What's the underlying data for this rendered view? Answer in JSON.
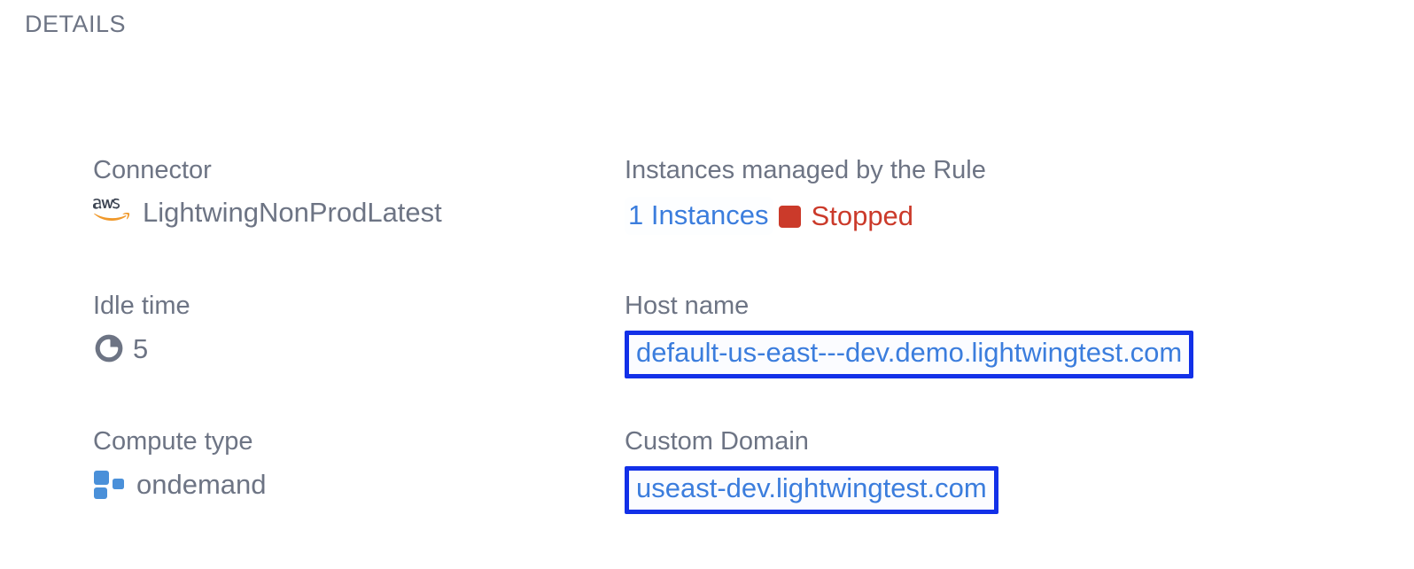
{
  "section": {
    "title": "DETAILS"
  },
  "colors": {
    "label": "#6d7484",
    "link_blue": "#3b7ddd",
    "highlight_border": "#1230e8",
    "status_red": "#cb3a2a",
    "compute_blue": "#4a90d9",
    "aws_orange": "#f0992b",
    "aws_dark": "#3d4553",
    "background": "#ffffff"
  },
  "fields": {
    "connector": {
      "label": "Connector",
      "value": "LightwingNonProdLatest",
      "icon": "aws-logo-icon"
    },
    "instances": {
      "label": "Instances managed by the Rule",
      "count_label": "1 Instances",
      "status": "Stopped",
      "status_icon": "stopped-square-icon"
    },
    "idle_time": {
      "label": "Idle time",
      "value": "5",
      "icon": "clock-pie-icon"
    },
    "host_name": {
      "label": "Host name",
      "value": "default-us-east---dev.demo.lightwingtest.com"
    },
    "compute_type": {
      "label": "Compute type",
      "value": "ondemand",
      "icon": "compute-squares-icon"
    },
    "custom_domain": {
      "label": "Custom Domain",
      "value": "useast-dev.lightwingtest.com"
    }
  }
}
